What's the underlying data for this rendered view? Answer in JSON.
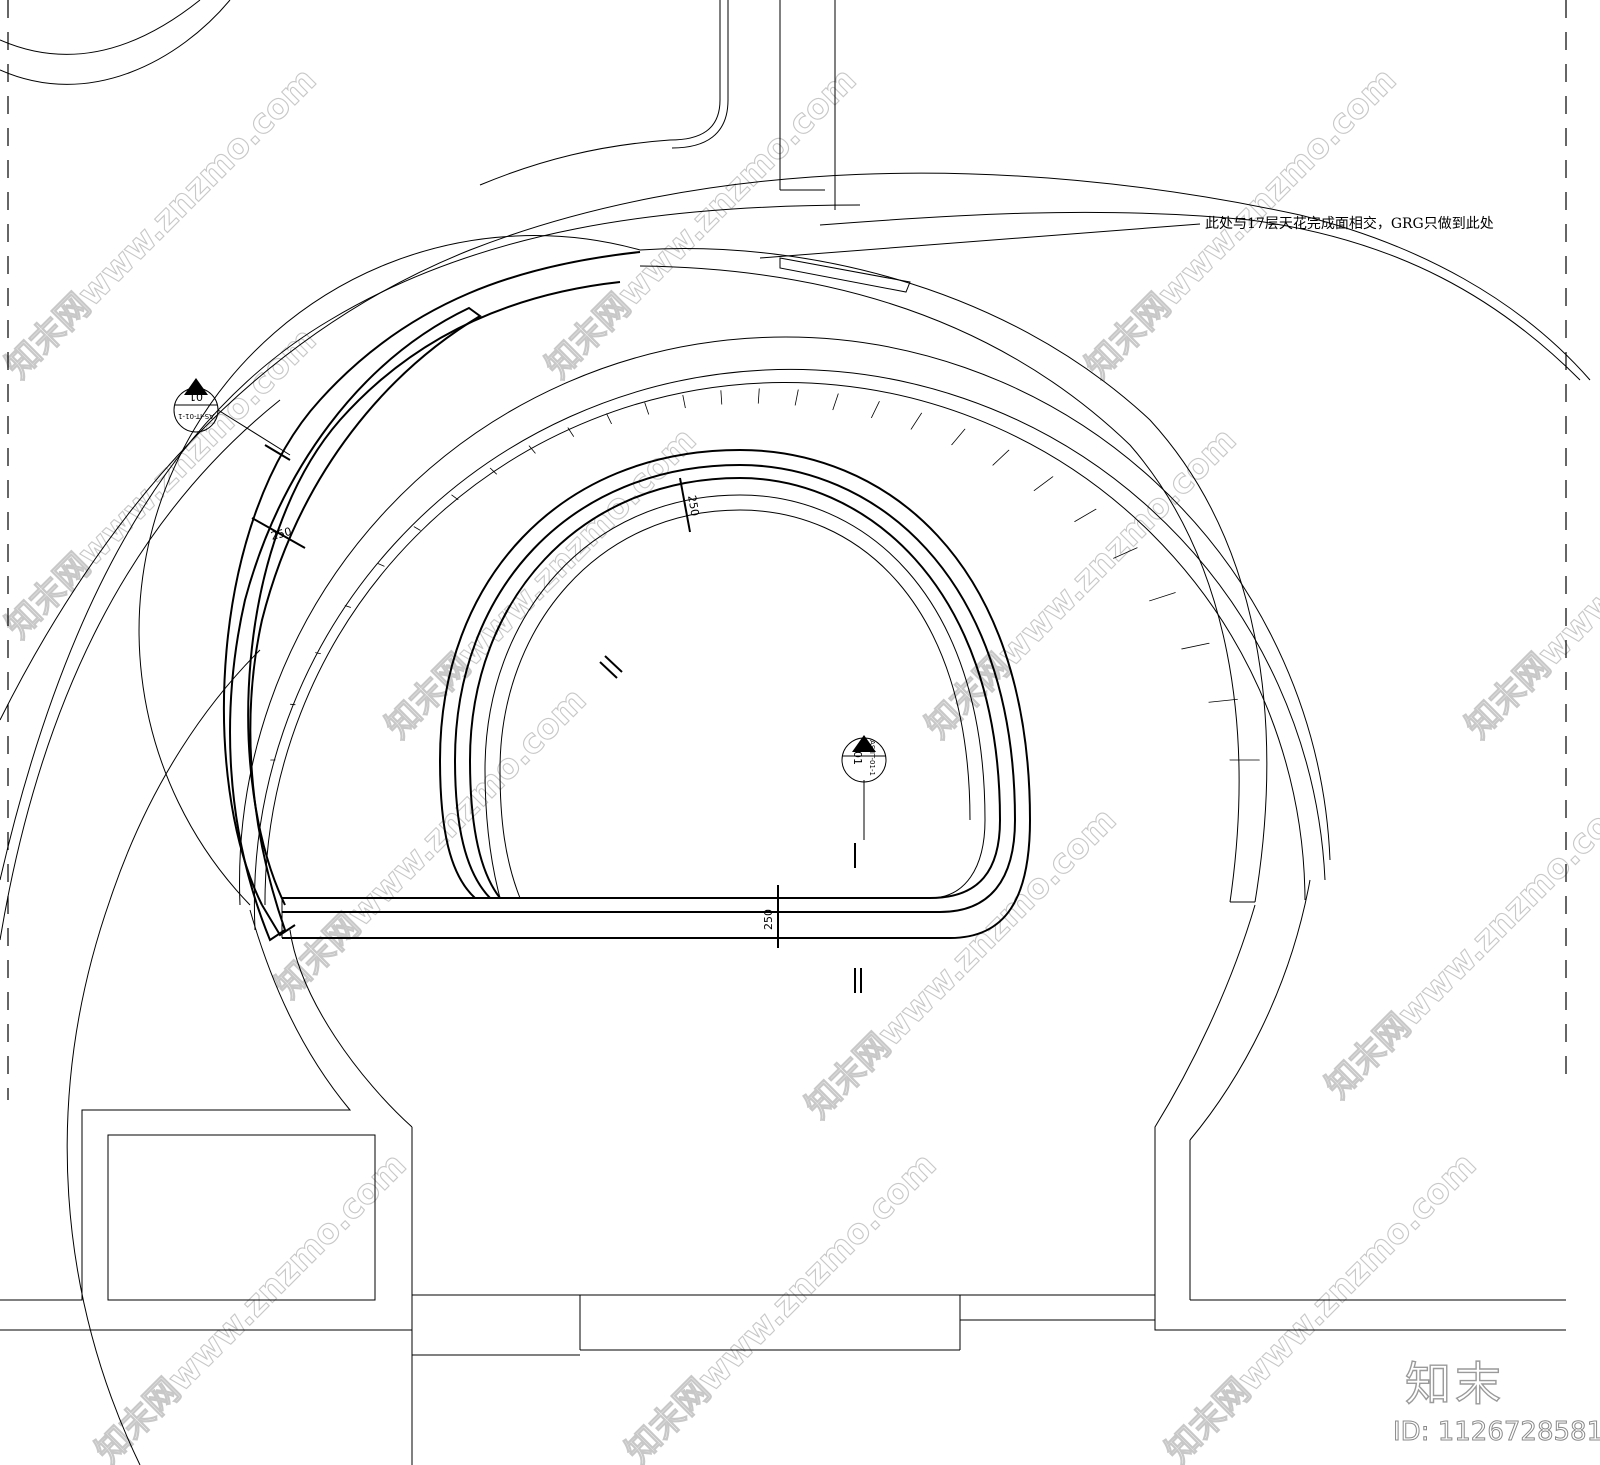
{
  "drawing": {
    "annotation": "此处与17层天花完成面相交，GRG只做到此处",
    "dimensions": [
      "250",
      "250",
      "250"
    ],
    "section_markers": [
      {
        "number": "01",
        "reference": "AS-IT-01-1"
      },
      {
        "number": "01",
        "reference": "AS-IT-01-1"
      }
    ],
    "stair_tread_count": 27,
    "watermark_text": "知末网www.znzmo.com"
  },
  "logo": {
    "name": "知末",
    "id_label": "ID: 1126728581"
  }
}
